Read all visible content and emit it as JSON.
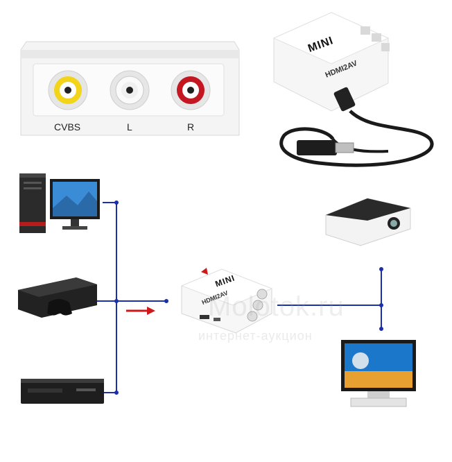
{
  "top_block": {
    "labels": [
      "CVBS",
      "L",
      "R"
    ]
  },
  "converter_top": {
    "brand": "MINI",
    "model": "HDMI2AV"
  },
  "converter_center": {
    "brand": "MINI",
    "model": "HDMI2AV"
  },
  "watermark": {
    "line1": "Molotok.ru",
    "line2": "интернет-аукцион"
  },
  "colors": {
    "wire": "#1b2fa8",
    "arrow": "#cc1a1a",
    "rca_yellow": "#f2d41a",
    "rca_white": "#f2f2f2",
    "rca_red": "#c31822"
  },
  "icons": [
    "pc-monitor-icon",
    "game-console-icon",
    "dvd-player-icon",
    "projector-icon",
    "tv-icon",
    "hdmi-cable-icon"
  ]
}
